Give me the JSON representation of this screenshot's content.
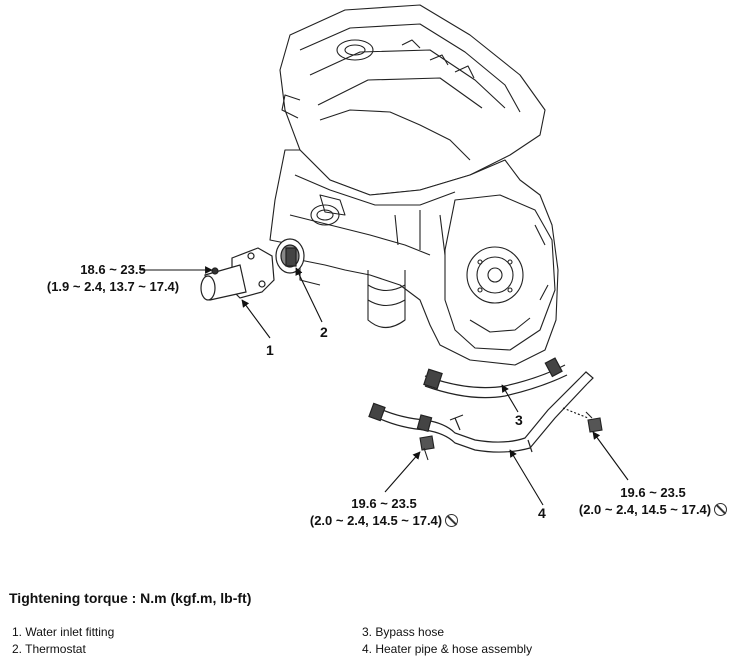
{
  "callouts": {
    "c1": "1",
    "c2": "2",
    "c3": "3",
    "c4": "4"
  },
  "torques": {
    "inlet": {
      "line1": "18.6 ~ 23.5",
      "line2": "(1.9 ~ 2.4, 13.7 ~ 17.4)"
    },
    "pipe_left": {
      "line1": "19.6 ~ 23.5",
      "line2": "(2.0 ~ 2.4, 14.5 ~ 17.4)"
    },
    "pipe_right": {
      "line1": "19.6 ~ 23.5",
      "line2": "(2.0 ~ 2.4, 14.5 ~ 17.4)"
    }
  },
  "symbols": {
    "no_reuse": "no-reuse-icon"
  },
  "heading": "Tightening torque : N.m (kgf.m, lb-ft)",
  "legend": [
    "1. Water inlet fitting",
    "2. Thermostat",
    "3. Bypass hose",
    "4. Heater pipe & hose assembly"
  ]
}
